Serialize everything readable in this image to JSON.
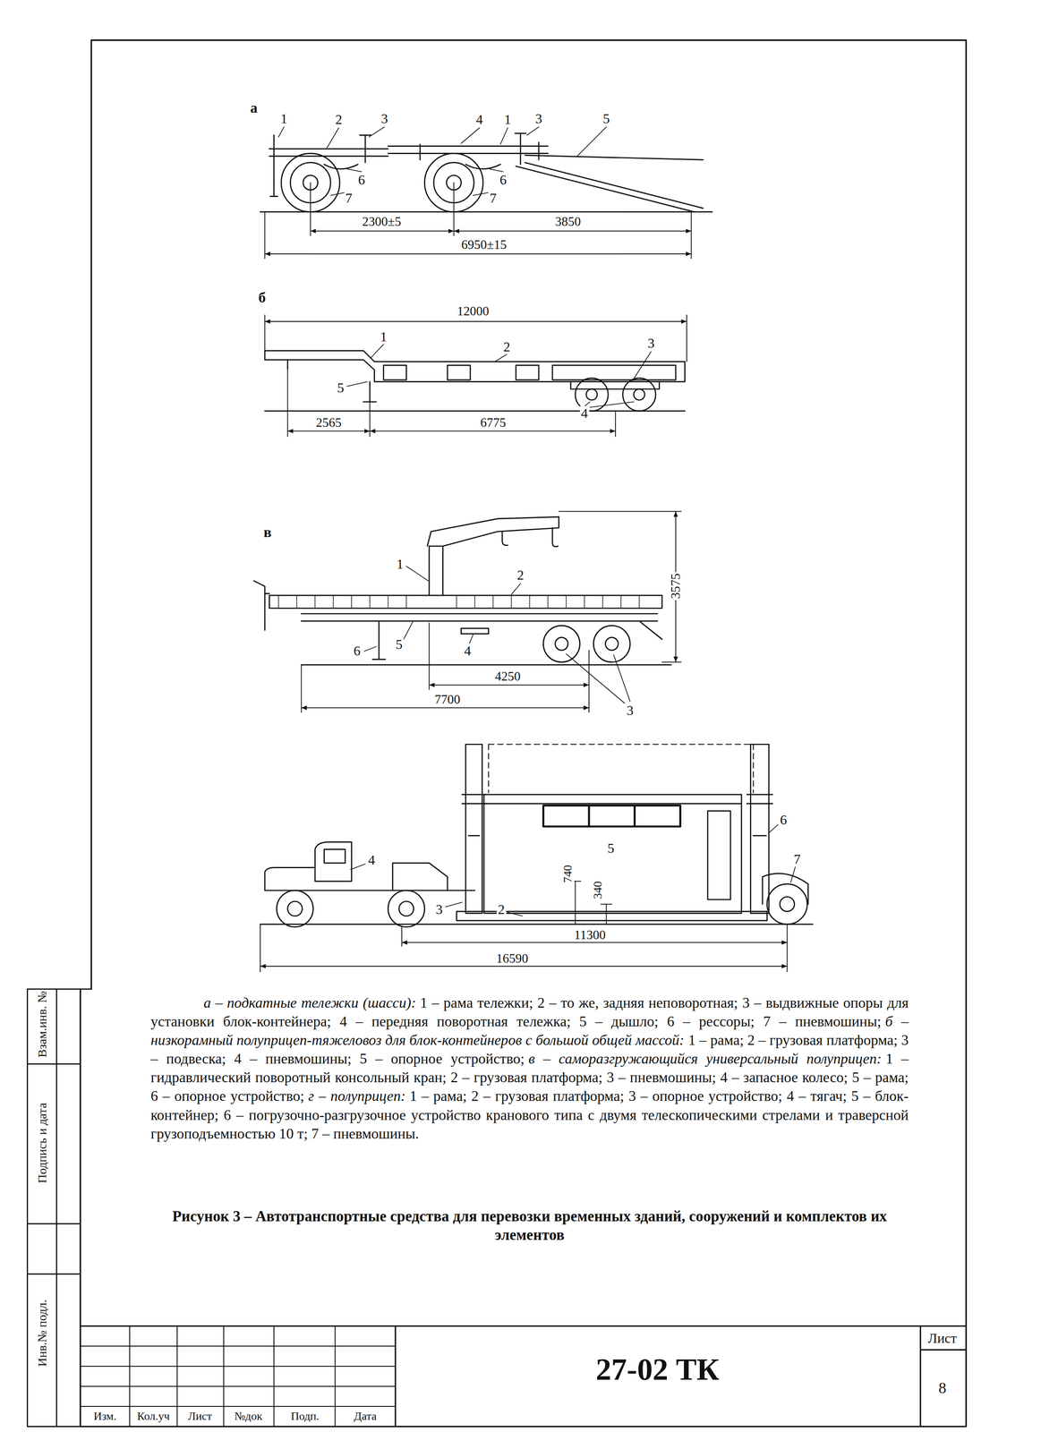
{
  "diagram": {
    "caption": "Рисунок 3 – Автотранспортные средства для перевозки временных зданий, сооружений и комплектов их элементов",
    "labels": [
      "а",
      "1",
      "2",
      "3",
      "4",
      "1",
      "3",
      "5",
      "6",
      "7",
      "6",
      "7",
      "2300±5",
      "3850",
      "6950±15",
      "б",
      "12000",
      "1",
      "2",
      "3",
      "5",
      "4",
      "2565",
      "6775",
      "в",
      "1",
      "2",
      "3575",
      "6",
      "5",
      "4",
      "3",
      "4250",
      "7700",
      "6",
      "5",
      "4",
      "740",
      "340",
      "3",
      "2",
      "7",
      "11300",
      "16590",
      "а – подкатные тележки (шасси):",
      "1 – рама тележки; 2 – то же, задняя неповоротная; 3 – выдвижные опоры для установки блок-контейнера; 4 – передняя поворотная тележка; 5 – дышло; 6 – рессоры; 7 – пневмошины;",
      "б – низкорамный полуприцеп-тяжеловоз для блок-контейнеров с большой общей массой:",
      "1 – рама; 2 – грузовая платформа; 3 – подвеска; 4 – пневмошины; 5 – опорное устройство;",
      "в – саморазгружающийся универсальный полуприцеп:",
      "1 – гидравлический поворотный консольный кран; 2 – грузовая платформа; 3 – пневмошины; 4 – запасное колесо; 5 – рама; 6 – опорное устройство;",
      "г – полуприцеп:",
      "1 – рама; 2 – грузовая платформа; 3 – опорное устройство; 4 – тягач; 5 – блок-контейнер; 6 – погрузочно-разгрузочное устройство кранового типа с двумя телескопическими стрелами и траверсной грузоподъемностью 10 т; 7 – пневмошины.",
      "27-02 ТК",
      "Лист",
      "8",
      "Изм.",
      "Кол.уч",
      "Лист",
      "№док",
      "Подп.",
      "Дата",
      "Взам.инв. №",
      "Подпись и дата",
      "Инв.№ подл."
    ]
  }
}
